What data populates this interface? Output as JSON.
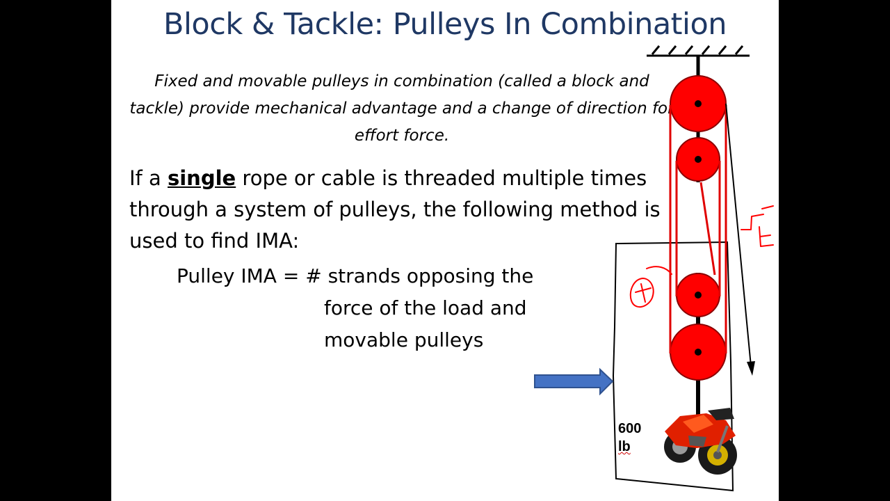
{
  "slide": {
    "title": "Block & Tackle: Pulleys In Combination",
    "intro": "Fixed and movable pulleys in combination (called a block and tackle) provide mechanical advantage and a change of direction for effort force.",
    "body_before": "If a ",
    "body_emphasis": "single",
    "body_after": " rope or cable is threaded multiple times through a system of pulleys, the following method is used to find IMA:",
    "formula_line1": "Pulley IMA = # strands opposing the",
    "formula_line2": "force of the load and",
    "formula_line3": "movable pulleys"
  },
  "diagram": {
    "load_value": "600",
    "load_unit": "lb",
    "pulley_color": "#ff0000",
    "rope_color": "#e00000",
    "arrow_color": "#4472c4",
    "annotation_color": "#ff0000"
  }
}
